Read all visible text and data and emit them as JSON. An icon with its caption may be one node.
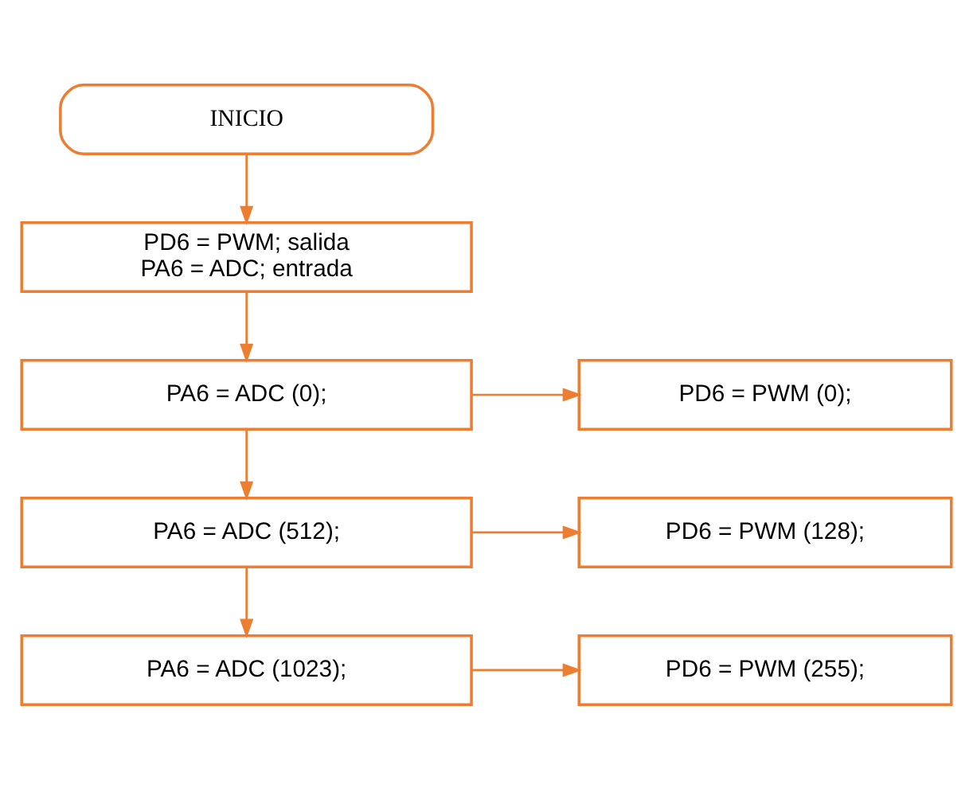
{
  "diagram": {
    "nodes": [
      {
        "text": [
          "INICIO"
        ]
      },
      {
        "text": [
          "PD6 = PWM; salida",
          "PA6 = ADC; entrada"
        ]
      },
      {
        "text": [
          "PA6 = ADC (0);"
        ]
      },
      {
        "text": [
          "PD6 = PWM (0);"
        ]
      },
      {
        "text": [
          "PA6 = ADC (512);"
        ]
      },
      {
        "text": [
          "PD6 = PWM (128);"
        ]
      },
      {
        "text": [
          "PA6 = ADC (1023);"
        ]
      },
      {
        "text": [
          "PD6 = PWM (255);"
        ]
      }
    ],
    "edges": [
      {
        "from": 0,
        "to": 1,
        "arrow": "to"
      },
      {
        "from": 1,
        "to": 2,
        "arrow": "to"
      },
      {
        "from": 2,
        "to": 3,
        "arrow": "to"
      },
      {
        "from": 2,
        "to": 4,
        "arrow": "to"
      },
      {
        "from": 4,
        "to": 5,
        "arrow": "to"
      },
      {
        "from": 4,
        "to": 6,
        "arrow": "to"
      },
      {
        "from": 6,
        "to": 7,
        "arrow": "to"
      }
    ]
  }
}
